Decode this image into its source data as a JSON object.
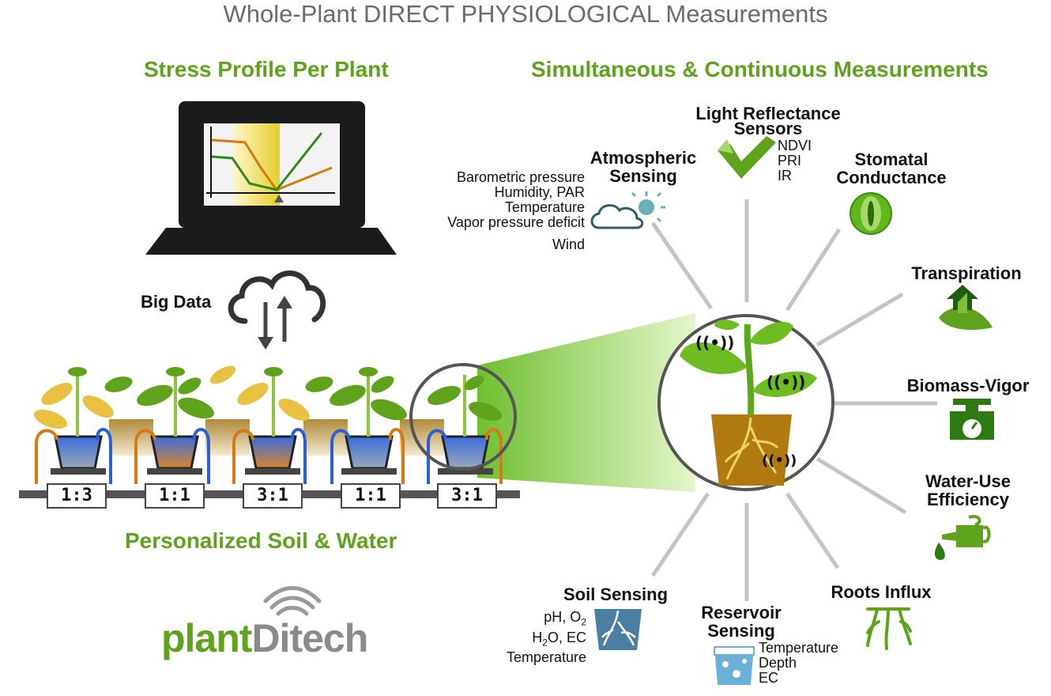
{
  "title": "Whole-Plant DIRECT PHYSIOLOGICAL Measurements",
  "left": {
    "stress_profile": "Stress Profile Per Plant",
    "big_data": "Big Data",
    "personalized": "Personalized Soil & Water",
    "ratios": [
      "1:3",
      "1:1",
      "3:1",
      "1:1",
      "3:1"
    ]
  },
  "right": {
    "heading": "Simultaneous & Continuous Measurements",
    "atmospheric": {
      "label_1": "Atmospheric",
      "label_2": "Sensing",
      "items": [
        "Barometric pressure",
        "Humidity, PAR",
        "Temperature",
        "Vapor pressure deficit",
        "Wind"
      ]
    },
    "light": {
      "label_1": "Light Reflectance",
      "label_2": "Sensors",
      "items": [
        "NDVI",
        "PRI",
        "IR"
      ]
    },
    "stomatal": {
      "label_1": "Stomatal",
      "label_2": "Conductance"
    },
    "transpiration": "Transpiration",
    "biomass": "Biomass-Vigor",
    "wue": {
      "label_1": "Water-Use",
      "label_2": "Efficiency"
    },
    "roots": "Roots Influx",
    "reservoir": {
      "label_1": "Reservoir",
      "label_2": "Sensing",
      "items": [
        "Temperature",
        "Depth",
        "EC"
      ]
    },
    "soil": {
      "label": "Soil Sensing",
      "item_1a": "pH, O",
      "item_1b": "2",
      "item_2a": "H",
      "item_2b": "2",
      "item_2c": "O, EC",
      "item_3": "Temperature"
    }
  },
  "logo": {
    "part_1": "plant",
    "part_2": "Di",
    "part_3": "tech"
  },
  "colors": {
    "green": "#5fa31d",
    "gray": "#6b6b6b",
    "blue": "#2a5fd8",
    "orange": "#d67a12"
  }
}
